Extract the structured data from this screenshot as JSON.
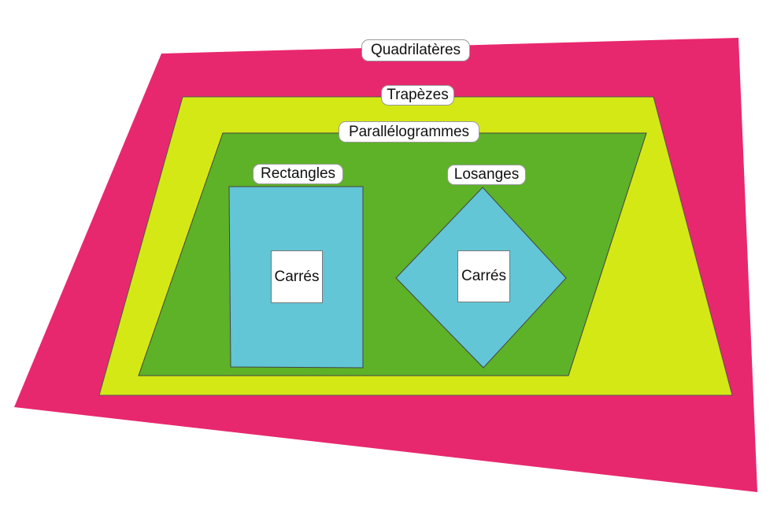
{
  "labels": {
    "quadrilaterals": "Quadrilatères",
    "trapezoids": "Trapèzes",
    "parallelograms": "Parallélogrammes",
    "rectangles": "Rectangles",
    "rhombuses": "Losanges",
    "squares_in_rectangles": "Carrés",
    "squares_in_rhombuses": "Carrés"
  },
  "colors": {
    "quadrilaterals": "#E8286E",
    "trapezoids": "#D4E815",
    "parallelograms": "#5DB228",
    "rectangles": "#62C6D6",
    "rhombuses": "#62C6D6",
    "squares": "#FFFFFF"
  }
}
